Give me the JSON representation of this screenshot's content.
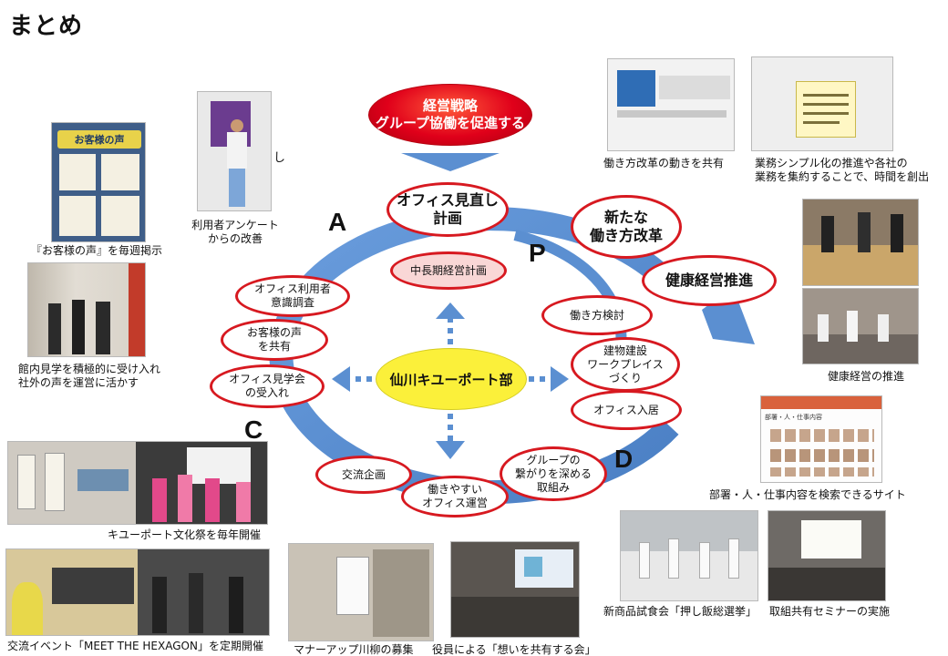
{
  "page": {
    "title": "まとめ"
  },
  "center": {
    "strategy_line1": "経営戦略",
    "strategy_line2": "グループ協働を促進する",
    "hub_label": "仙川キユーポート部",
    "mid_plan": "中長期経営計画"
  },
  "pdca": {
    "a": "A",
    "p": "P",
    "c": "C",
    "d": "D"
  },
  "ovals": {
    "office_review_l1": "オフィス見直し",
    "office_review_l2": "計画",
    "workstyle_l1": "新たな",
    "workstyle_l2": "働き方改革",
    "health": "健康経営推進",
    "workstyle_study": "働き方検討",
    "building_l1": "建物建設",
    "building_l2": "ワークプレイス",
    "building_l3": "づくり",
    "move_in": "オフィス入居",
    "group_l1": "グループの",
    "group_l2": "繋がりを深める",
    "group_l3": "取組み",
    "easy_l1": "働きやすい",
    "easy_l2": "オフィス運営",
    "exchange": "交流企画",
    "visit_l1": "オフィス見学会",
    "visit_l2": "の受入れ",
    "voice_l1": "お客様の声",
    "voice_l2": "を共有",
    "survey_l1": "オフィス利用者",
    "survey_l2": "意識調査"
  },
  "captions": {
    "customer_voice": "『お客様の声』を毎週掲示",
    "survey_l1": "利用者アンケート",
    "survey_l2": "からの改善",
    "survey_fragment": "し",
    "tour_l1": "館内見学を積極的に受け入れ",
    "tour_l2": "社外の声を運営に活かす",
    "festival": "キユーポート文化祭を毎年開催",
    "hexagon": "交流イベント「MEET THE HEXAGON」を定期開催",
    "senryu": "マナーアップ川柳の募集",
    "executives": "役員による「想いを共有する会」",
    "tasting": "新商品試食会「押し飯総選挙」",
    "seminar": "取組共有セミナーの実施",
    "search_site": "部署・人・仕事内容を検索できるサイト",
    "health_promo": "健康経営の推進",
    "reform_share": "働き方改革の動きを共有",
    "simplify_l1": "業務シンプル化の推進や各社の",
    "simplify_l2": "業務を集約することで、時間を創出"
  },
  "photo_text": {
    "customer_voice_board": "お客様の声",
    "website_header": "部署・人・仕事内容"
  },
  "colors": {
    "cycle_blue": "#5b8fd1",
    "oval_red": "#d71920",
    "hub_yellow": "#fbf03a",
    "strategy_red": "#e0001a"
  }
}
